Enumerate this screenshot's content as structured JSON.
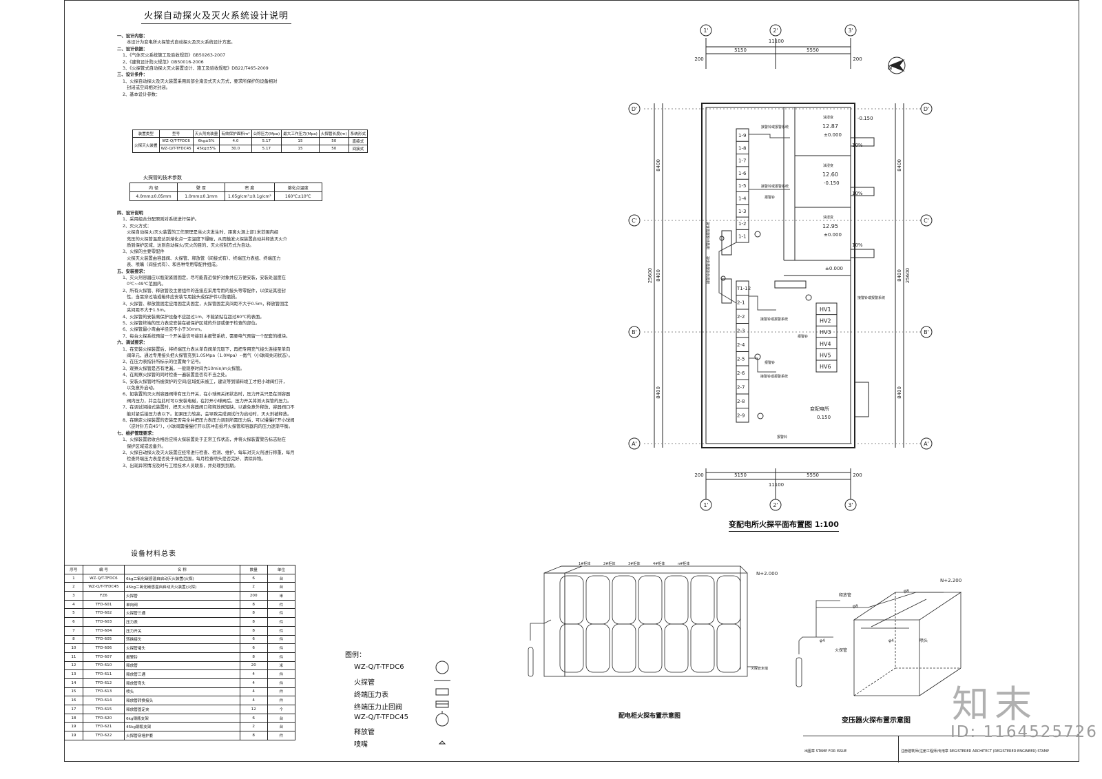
{
  "title": "火探自动探火及灭火系统设计说明",
  "notes": [
    {
      "t": "一、设计内容：",
      "c": "h"
    },
    {
      "t": "本设计为变电所火探管式自动探火及灭火系统设计方案。",
      "c": "i2"
    },
    {
      "t": "二、设计依据：",
      "c": "h"
    },
    {
      "t": "1、《气体灭火系统施工及验收规范》GB50263-2007",
      "c": "i1"
    },
    {
      "t": "2、《建筑设计防火规范》GB50016-2006",
      "c": "i1"
    },
    {
      "t": "3、《火探管式自动探火灭火装置设计、施工及验收规程》DB22/T465-2009",
      "c": "i1"
    },
    {
      "t": "三、设计条件：",
      "c": "h"
    },
    {
      "t": "1、火探自动探火及灭火装置采用局部全淹没式灭火方式，要求所保护的设备相对",
      "c": "i1"
    },
    {
      "t": "封闭或空间相对封闭。",
      "c": "i2"
    },
    {
      "t": "2、基本设计参数：",
      "c": "i1"
    }
  ],
  "spec_table": {
    "headers": [
      "装置类型",
      "型号",
      "灭火剂充装量",
      "有效保护面积m²",
      "公称压力(Mpa)",
      "最大工作压力(Mpa)",
      "火探管长度(m)",
      "系统形式"
    ],
    "type_label": "火探灭火装置",
    "rows": [
      [
        "WZ-Q/T-TFDC6",
        "6kg±5%",
        "4.0",
        "5.17",
        "15",
        "50",
        "直接式"
      ],
      [
        "WZ-Q/T-TFDC45",
        "45kg±5%",
        "30.0",
        "5.17",
        "15",
        "50",
        "间接式"
      ]
    ]
  },
  "tube_table": {
    "caption": "火探管的技术参数",
    "headers": [
      "内 径",
      "壁 厚",
      "密 度",
      "熔化点温度"
    ],
    "row": [
      "4.0mm±0.05mm",
      "1.0mm±0.1mm",
      "1.05g/cm³±0.1g/cm³",
      "160℃±10℃"
    ]
  },
  "notes2": [
    {
      "t": "四、设计说明",
      "c": "h"
    },
    {
      "t": "1、采用组合分配原则对系统进行保护。",
      "c": "i1"
    },
    {
      "t": "2、灭火方式：",
      "c": "i1"
    },
    {
      "t": "火探自动探火/灭火装置的工作原理是当火灾发生时，距离火源上部1米范围内经",
      "c": "i2"
    },
    {
      "t": "充压的火探管温度达到熔化点一定温度下爆破，从而触发火探装置启动并释放灭火介",
      "c": "i2"
    },
    {
      "t": "质到保护区域，达到自动探火/灭火的目的，灭火控制方式为自动。",
      "c": "i2"
    },
    {
      "t": "3、火探的主要零配件",
      "c": "i1"
    },
    {
      "t": "火探灭火装置由容器阀、火探管、释放管（间接式有）、终端压力表组、终端压力",
      "c": "i2"
    },
    {
      "t": "表、喷嘴（间接式有）、和各种专用零配件组成。",
      "c": "i2"
    },
    {
      "t": "五、安装要求：",
      "c": "h"
    },
    {
      "t": "1、灭火剂容器应以瓶架紧固固定，尽可能靠近保护对象并应方便安装，安装处温度在",
      "c": "i1"
    },
    {
      "t": "0℃~49℃范围内。",
      "c": "i2"
    },
    {
      "t": "2、所有火探管、释放管及主要组件的连接应采用专用的接头等零配件，以保证其密封",
      "c": "i1"
    },
    {
      "t": "性，当需穿过墙或箱体应安装专用接头或保护件以防磨损。",
      "c": "i2"
    },
    {
      "t": "3、火探管、释放管固定应用固定夹固定，火探管固定夹间距不大于0.5m，释放管固定",
      "c": "i1"
    },
    {
      "t": "夹间距不大于1.5m。",
      "c": "i2"
    },
    {
      "t": "4、火探管的安装离保护设备不应超过1m，不能紧贴在超过80℃的表面。",
      "c": "i1"
    },
    {
      "t": "5、火探管终端的压力表应安装在被保护区域的外部或便于检查的部位。",
      "c": "i1"
    },
    {
      "t": "6、火探管最小弯曲半径应不小于30mm。",
      "c": "i1"
    },
    {
      "t": "7、每台火探系统预留一个开关量信号接到主报警系统，需要电气预留一个配套的模块。",
      "c": "i1"
    },
    {
      "t": "六、调试要求：",
      "c": "h"
    },
    {
      "t": "1、在安装火探装置后，将终端压力表从单向阀单元取下，再把专用充气接头连接至单向",
      "c": "i1"
    },
    {
      "t": "阀单元，通过专用接头把火探管充到1.05Mpa（1.0Mpa）--氮气（小球阀关闭状态）。",
      "c": "i2"
    },
    {
      "t": "2、在压力表指针所标示的位置做个记号。",
      "c": "i1"
    },
    {
      "t": "3、观察火探管是否有泄漏，一般观察时间为10min/m火探管。",
      "c": "i1"
    },
    {
      "t": "4、在观察火探管的同时检查一遍装置是否有不当之处。",
      "c": "i1"
    },
    {
      "t": "5、安装火探管时所被保护的空间/区域如未被工，建议等到铺料竣工才把小球阀打开，",
      "c": "i1"
    },
    {
      "t": "以免意外启动。",
      "c": "i2"
    },
    {
      "t": "6、如装置的灭火剂容器阀带有压力开关，在小球阀关闭状态时，压力开关只是在测容器",
      "c": "i1"
    },
    {
      "t": "阀内压力，并且在此时可以安装电磁，在打开小球阀后，压力开关将测火探管的压力。",
      "c": "i2"
    },
    {
      "t": "7、在调试间接式装置时，把灭火剂容器阀口和释放阀短缺，以避免意外释放，容器阀口不",
      "c": "i1"
    },
    {
      "t": "能对紧后接压力表以下。如果压力较高，会导致完成调试行为启动时，灭火剂被释放。",
      "c": "i2"
    },
    {
      "t": "8、在确定火探装置的安装是否完全并把压力表压力调到所需压力后，可以慢慢打开小球阀",
      "c": "i1"
    },
    {
      "t": "（逆时针方向45°），小球阀需慢慢打开以防冲击损坏火探管和容器内的压力逐渐平衡。",
      "c": "i2"
    },
    {
      "t": "七、维护管理要求：",
      "c": "h"
    },
    {
      "t": "1、火探装置验收合格后应将火探装置处于正常工作状态，并将火探装置警告标志贴在",
      "c": "i1"
    },
    {
      "t": "保护区域或设备外。",
      "c": "i2"
    },
    {
      "t": "2、火探自动探火及灭火装置应经常进行检查、检测、维护，每年对灭火剂进行称重，每月",
      "c": "i1"
    },
    {
      "t": "检查终端压力表是否处于绿色范围，每月检查喷头是否完好、清除异物。",
      "c": "i2"
    },
    {
      "t": "3、出现异常情况及时与工程技术人员联系，并处理到到期。",
      "c": "i1"
    }
  ],
  "materials": {
    "title": "设备材料总表",
    "headers": [
      "序号",
      "编 号",
      "名  称",
      "数量",
      "单位"
    ],
    "rows": [
      [
        "1",
        "WZ-Q/T-TFDC6",
        "6kg二氧化碳感温自启动灭火装置(火探)",
        "6",
        "台"
      ],
      [
        "2",
        "WZ-Q/T-TFDC45",
        "45kg二氧化碳感温自启动灭火装置(火探)",
        "2",
        "台"
      ],
      [
        "3",
        "FZ6",
        "火探管",
        "200",
        "米"
      ],
      [
        "4",
        "TFD-601",
        "单向阀",
        "8",
        "件"
      ],
      [
        "5",
        "TFD-602",
        "火探管三通",
        "8",
        "件"
      ],
      [
        "6",
        "TFD-603",
        "压力表",
        "8",
        "件"
      ],
      [
        "7",
        "TFD-604",
        "压力开关",
        "8",
        "件"
      ],
      [
        "8",
        "TFD-605",
        "转换接头",
        "6",
        "件"
      ],
      [
        "10",
        "TFD-606",
        "火探管堵头",
        "6",
        "件"
      ],
      [
        "11",
        "TFD-607",
        "报警铃",
        "8",
        "件"
      ],
      [
        "12",
        "TFD-610",
        "释放管",
        "20",
        "米"
      ],
      [
        "13",
        "TFD-611",
        "释放管三通",
        "4",
        "件"
      ],
      [
        "14",
        "TFD-612",
        "释放管弯头",
        "4",
        "件"
      ],
      [
        "15",
        "TFD-613",
        "喷头",
        "4",
        "件"
      ],
      [
        "16",
        "TFD-614",
        "释放管转换接头",
        "4",
        "件"
      ],
      [
        "17",
        "TFD-615",
        "释放管固定夹",
        "12",
        "个"
      ],
      [
        "18",
        "TFD-620",
        "6kg钢瓶支架",
        "6",
        "台"
      ],
      [
        "19",
        "TFD-621",
        "45kg钢瓶支架",
        "2",
        "台"
      ],
      [
        "19",
        "TFD-622",
        "火探管穿墙护套",
        "8",
        "件"
      ]
    ]
  },
  "legend": {
    "title": "图例：",
    "items": [
      "WZ-Q/T-TFDC6",
      "火探管",
      "终端压力表",
      "终端压力止回阀",
      "WZ-Q/T-TFDC45",
      "释放管",
      "喷嘴"
    ]
  },
  "plan": {
    "title": "变配电所火探平面布置图 1:100",
    "axes_top": [
      "1'",
      "2'",
      "3'"
    ],
    "axes_side": [
      "D'",
      "C'",
      "B'",
      "A'"
    ],
    "dim_total": "11100",
    "dim_left": "5150",
    "dim_right": "5550",
    "dim_edge": "200",
    "dim_bay": "8400",
    "dim_height": "25600",
    "north": "N",
    "rooms": [
      {
        "name": "油浸变",
        "cap": "12.87",
        "elev": "±0.000",
        "slope": "10%"
      },
      {
        "name": "油浸变",
        "cap": "12.60",
        "elev": "-0.150",
        "slope": "10%"
      },
      {
        "name": "油浸变",
        "cap": "12.95",
        "elev": "±0.000",
        "slope": "10%"
      }
    ],
    "elev_top": "-0.150",
    "elev_mid": "±0.000",
    "elev_mid2": "±0.000",
    "room_main": "变配电所",
    "room_main_elev": "0.150",
    "cabinets_left_a": [
      "1-9",
      "1-8",
      "1-7",
      "1-6",
      "1-5",
      "1-4",
      "1-3",
      "1-2",
      "1-1"
    ],
    "cabinets_left_b": [
      "T1-12",
      "2-1",
      "2-2",
      "2-3",
      "2-4",
      "2-5",
      "2-6",
      "2-7",
      "2-8",
      "2-9"
    ],
    "hv": [
      "HV1",
      "HV2",
      "HV3",
      "HV4",
      "HV5",
      "HV6"
    ],
    "tag_pipe": "接警铃或报警系统",
    "tag_alarm": "报警铃"
  },
  "cabinet": {
    "title": "配电柜火探布置示意图",
    "labels": [
      "1#柜体",
      "2#柜体",
      "3#柜体",
      "4#柜体",
      "n#柜体"
    ],
    "elev": "N+2.000",
    "tag_end": "火探管末端"
  },
  "transformer": {
    "title": "变压器火探布置示意图",
    "elev": "N+2.200",
    "tags": [
      "释放管",
      "火探管",
      "喷头",
      "φ8",
      "φ4"
    ]
  },
  "stamp": {
    "left": "出图章 STAMP FOR ISSUE",
    "right": "注册建筑师(注册工程师)专用章 REGISTERED ARCHITECT (REGISTERED ENGINEER) STAMP"
  },
  "watermark": {
    "logo": "知末",
    "id": "ID: 1164525726"
  }
}
